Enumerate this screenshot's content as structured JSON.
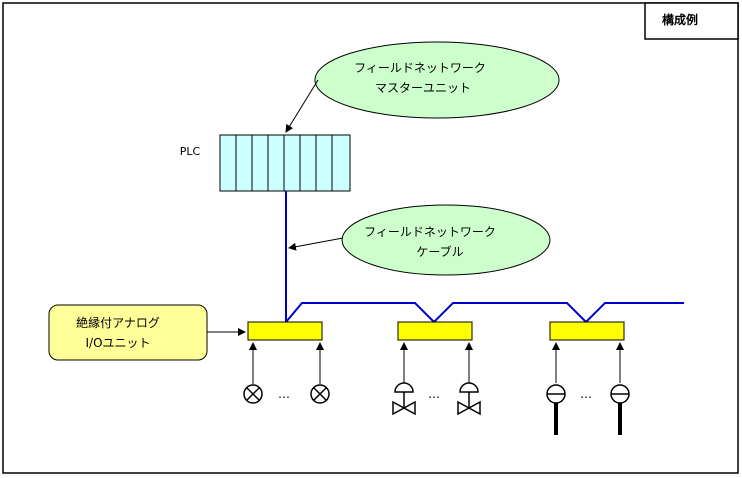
{
  "header": {
    "label": "構成例"
  },
  "plc": {
    "label": "PLC"
  },
  "callouts": {
    "master_unit": {
      "line1": "フィールドネットワーク",
      "line2": "マスターユニット"
    },
    "cable": {
      "line1": "フィールドネットワーク",
      "line2": "ケーブル"
    },
    "io_unit": {
      "line1": "絶縁付アナログ",
      "line2": "I/Oユニット"
    }
  },
  "devices": {
    "ellipsis": "…",
    "groups": [
      {
        "symbol": "sensor-circle-x-icon"
      },
      {
        "symbol": "control-valve-icon"
      },
      {
        "symbol": "transmitter-icon"
      }
    ]
  },
  "colors": {
    "callout_green": "#ccffcc",
    "io_unit_yellow": "#ffff99",
    "node_yellow": "#ffff00",
    "plc_slot_cyan": "#ccffff",
    "network_blue": "#0000cc"
  }
}
